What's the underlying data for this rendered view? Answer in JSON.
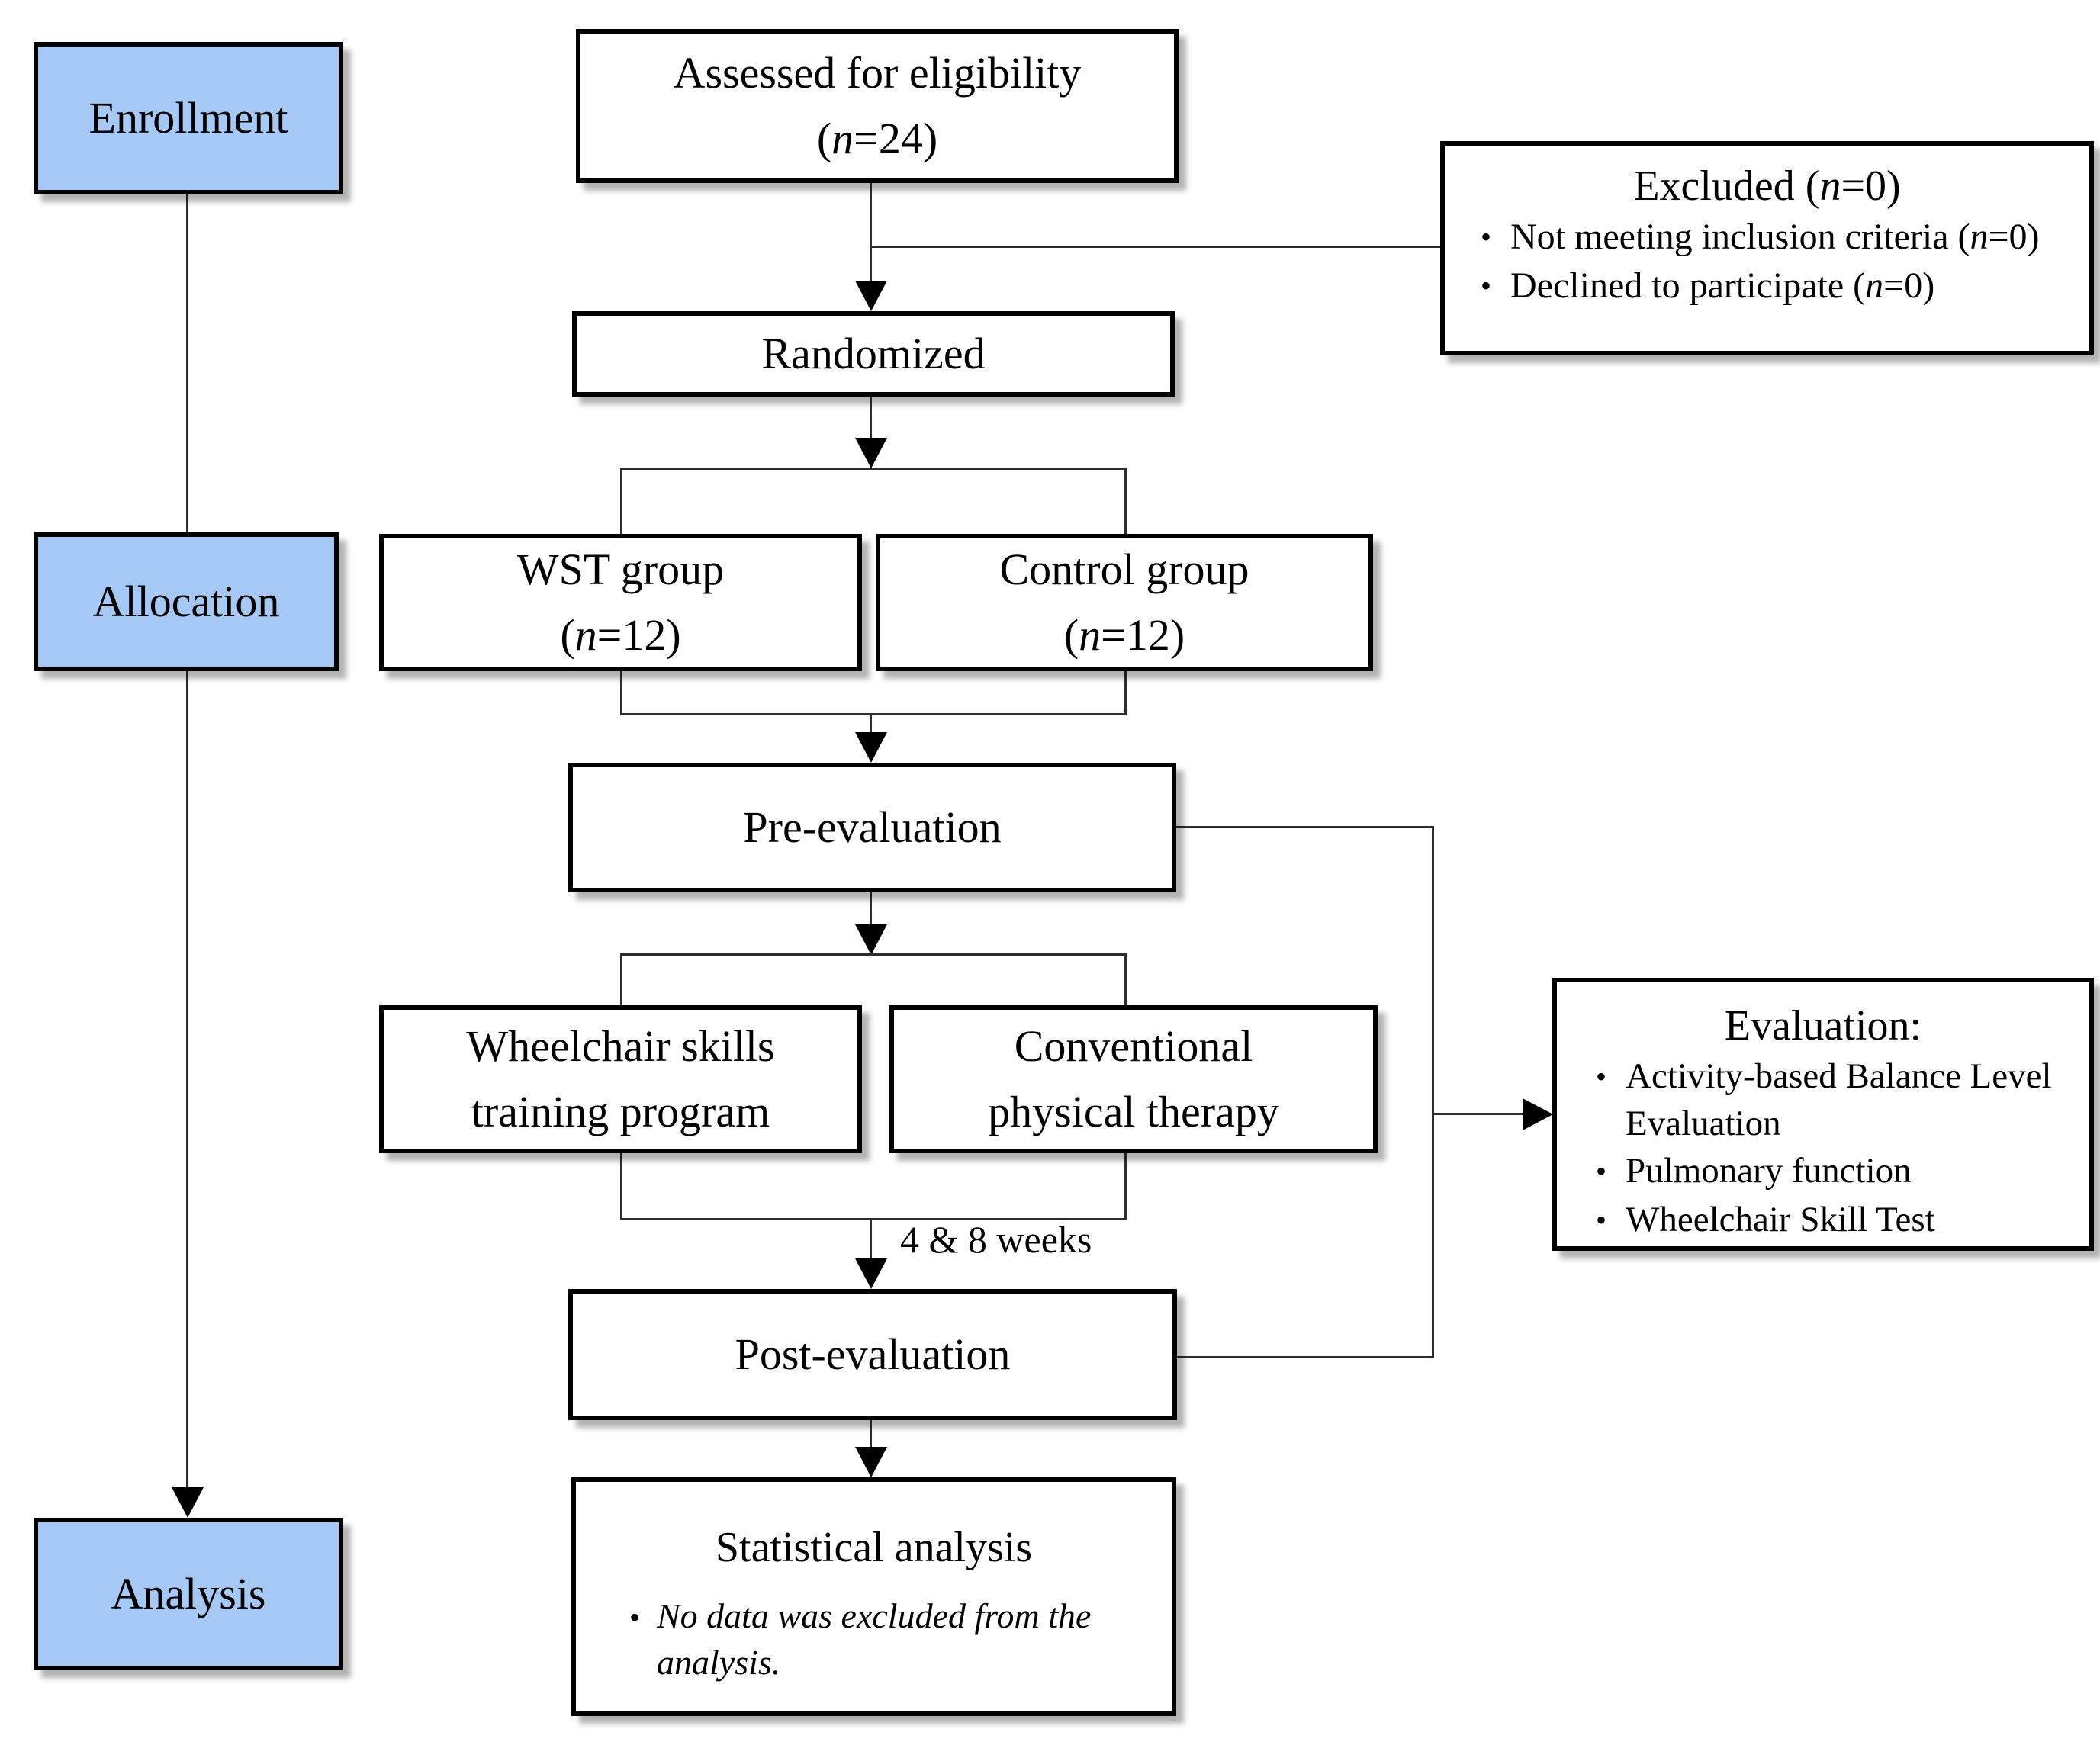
{
  "figure": {
    "type": "consort-flow-diagram",
    "background": "#ffffff",
    "stage_fill": "#a5c9f4",
    "box_fill": "#ffffff",
    "border_color": "#000000",
    "connector_color": "#2e2e2e"
  },
  "glyphs": {
    "bullet": "•"
  },
  "stages": [
    {
      "id": "enrollment",
      "label": "Enrollment"
    },
    {
      "id": "allocation",
      "label": "Allocation"
    },
    {
      "id": "analysis",
      "label": "Analysis"
    }
  ],
  "flow": {
    "assessed": {
      "line1": "Assessed for eligibility",
      "n": {
        "pre": "(",
        "var": "n",
        "post": "=24)"
      }
    },
    "randomized": {
      "label": "Randomized"
    },
    "wst": {
      "line1": "WST group",
      "n": {
        "pre": "(",
        "var": "n",
        "post": "=12)"
      }
    },
    "control": {
      "line1": "Control group",
      "n": {
        "pre": "(",
        "var": "n",
        "post": "=12)"
      }
    },
    "pre_evaluation": {
      "label": "Pre-evaluation"
    },
    "wheelchair": {
      "line1": "Wheelchair skills",
      "line2": "training program"
    },
    "conventional": {
      "line1": "Conventional",
      "line2": "physical therapy"
    },
    "weeks_label": "4 & 8 weeks",
    "post_evaluation": {
      "label": "Post-evaluation"
    },
    "statistical": {
      "title": "Statistical analysis",
      "bullet": "No data was excluded from the analysis."
    }
  },
  "excluded": {
    "title": {
      "pre": "Excluded (",
      "var": "n",
      "post": "=0)"
    },
    "bullets": [
      {
        "pre": "Not meeting inclusion criteria (",
        "var": "n",
        "post": "=0)"
      },
      {
        "pre": "Declined to participate (",
        "var": "n",
        "post": "=0)"
      }
    ]
  },
  "evaluation": {
    "title": "Evaluation:",
    "bullets": [
      "Activity-based Balance Level Evaluation",
      "Pulmonary function",
      "Wheelchair Skill Test"
    ]
  }
}
